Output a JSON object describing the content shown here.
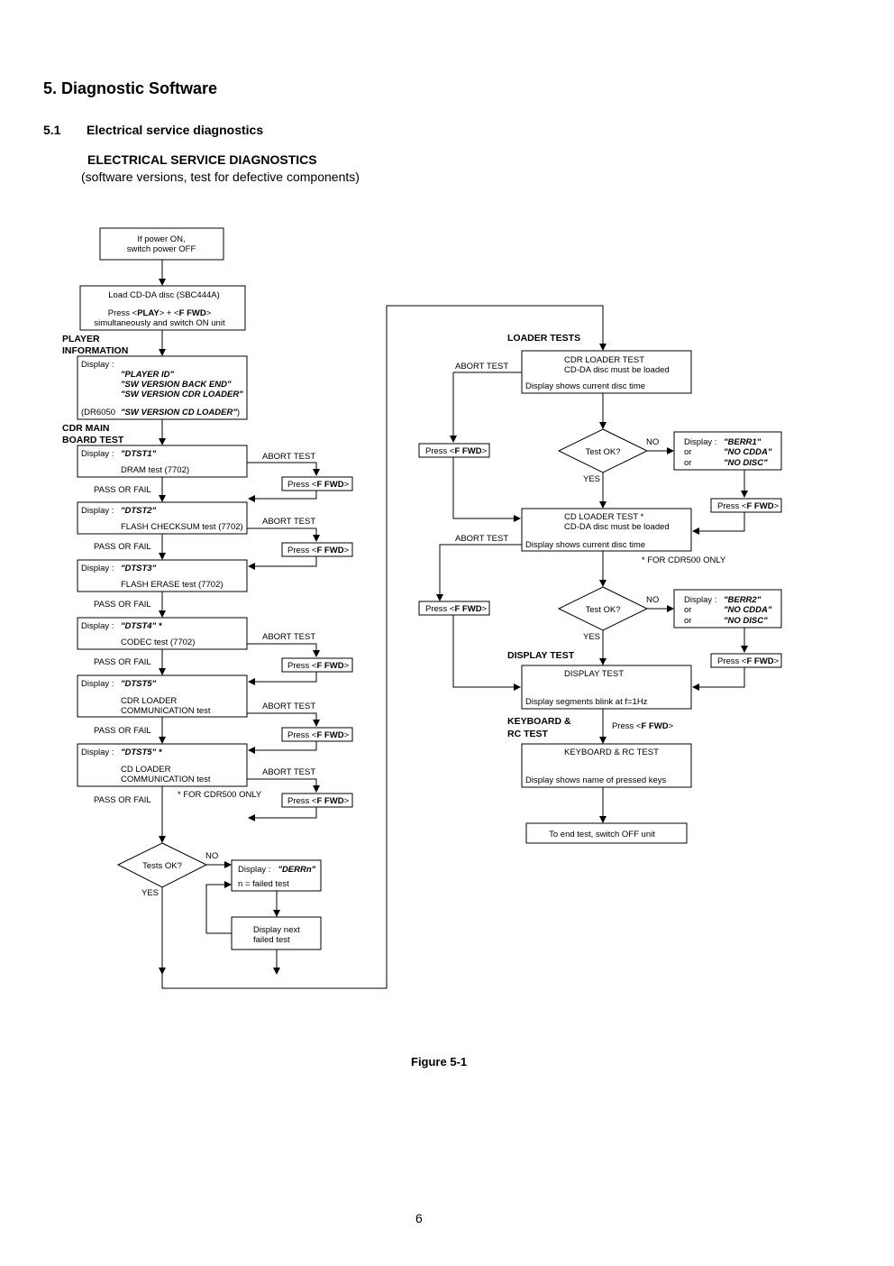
{
  "section": {
    "title": "5. Diagnostic Software"
  },
  "subsection": {
    "number": "5.1",
    "title": "Electrical service diagnostics"
  },
  "heading": {
    "title": "ELECTRICAL SERVICE DIAGNOSTICS",
    "subtitle": "(software versions, test for defective components)"
  },
  "flow": {
    "start_1": "If power ON,",
    "start_2": "switch power OFF",
    "load_1": "Load CD-DA disc (SBC444A)",
    "load_2a": "Press <",
    "load_2b": "PLAY",
    "load_2c": "> + <",
    "load_2d": "F FWD",
    "load_2e": ">",
    "load_3": "simultaneously and switch ON unit",
    "player_info_1": "PLAYER",
    "player_info_2": "INFORMATION",
    "display_label": "Display :",
    "player_id": "\"PLAYER ID\"",
    "sw_backend": "\"SW VERSION BACK END\"",
    "sw_cdr_loader": "\"SW VERSION CDR LOADER\"",
    "dr6050": "(DR6050",
    "sw_cd_loader": "\"SW VERSION CD LOADER\"",
    "close_paren": ")",
    "cdr_main_1": "CDR MAIN",
    "cdr_main_2": "BOARD TEST",
    "dtst1": "\"DTST1\"",
    "dtst1_desc": "DRAM test (7702)",
    "dtst2": "\"DTST2\"",
    "dtst2_desc": "FLASH CHECKSUM test (7702)",
    "dtst3": "\"DTST3\"",
    "dtst3_desc": "FLASH ERASE test (7702)",
    "dtst4": "\"DTST4\" *",
    "dtst4_desc": "CODEC test (7702)",
    "dtst5": "\"DTST5\"",
    "dtst5_desc_1": "CDR LOADER",
    "dtst5_desc_2": "COMMUNICATION test",
    "dtst5b": "\"DTST5\" *",
    "dtst5b_desc_1": "CD LOADER",
    "dtst5b_desc_2": "COMMUNICATION test",
    "pass_or_fail": "PASS OR FAIL",
    "abort_test": "ABORT TEST",
    "press": "Press <",
    "ffwd": "F FWD",
    "gt": ">",
    "for_cdr500": "* FOR CDR500 ONLY",
    "tests_ok": "Tests OK?",
    "no": "NO",
    "yes": "YES",
    "derrn": "\"DERRn\"",
    "n_failed": "n = failed test",
    "next_failed_1": "Display next",
    "next_failed_2": "failed test",
    "loader_tests": "LOADER TESTS",
    "cdr_loader_test": "CDR LOADER TEST",
    "disc_loaded": "CD-DA disc must be loaded",
    "disc_time": "Display  shows current disc time",
    "test_ok": "Test OK?",
    "berr1": "\"BERR1\"",
    "or": "or",
    "no_cdda": "\"NO CDDA\"",
    "no_disc": "\"NO DISC\"",
    "cd_loader_test": "CD LOADER TEST *",
    "berr2": "\"BERR2\"",
    "display_test_lbl": "DISPLAY TEST",
    "display_test": "DISPLAY TEST",
    "segments_blink": "Display segments blink at f=1Hz",
    "keyboard_1": "KEYBOARD &",
    "keyboard_2": "RC TEST",
    "keyboard_test": "KEYBOARD & RC TEST",
    "pressed_keys": "Display shows name of pressed keys",
    "end_test": "To end test, switch OFF unit"
  },
  "figure_caption": "Figure 5-1",
  "page_number": "6"
}
